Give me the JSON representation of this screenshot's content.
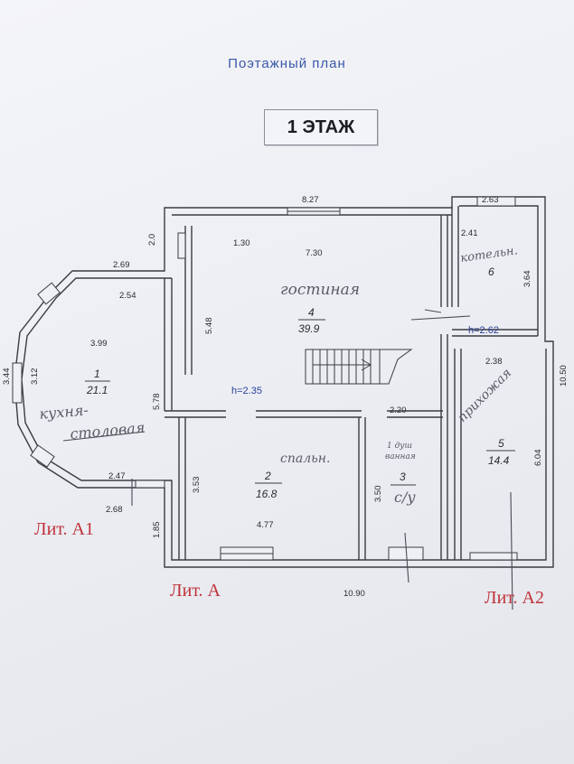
{
  "header": {
    "title": "Поэтажный план",
    "floor_label": "1 ЭТАЖ"
  },
  "heights": {
    "main": "h=2.35",
    "annex": "h=2.62"
  },
  "rooms": {
    "living": {
      "name": "гостиная",
      "number": "4",
      "area": "39.9"
    },
    "kitchen": {
      "name_line1": "кухня-",
      "name_line2": "столовая",
      "number": "1",
      "area": "21.1"
    },
    "bedroom": {
      "name": "спальн.",
      "number": "2",
      "area": "16.8"
    },
    "bath": {
      "name_line1": "1 душ",
      "name_line2": "ванная",
      "number": "3",
      "area": "с/у"
    },
    "hall": {
      "name": "прихожая",
      "number": "5",
      "area": "14.4"
    },
    "boiler": {
      "name": "котельн.",
      "number": "6"
    }
  },
  "dimensions": {
    "top_main": "8.27",
    "top_annex": "2.63",
    "left_stub": "2.0",
    "living_inner_left": "1.30",
    "living_inner_width": "7.30",
    "boiler_width": "2.41",
    "boiler_height": "3.64",
    "kitchen_top": "2.69",
    "kitchen_inner_top": "2.54",
    "kitchen_mid": "3.99",
    "kitchen_left_outer": "3.44",
    "kitchen_left_inner": "3.12",
    "living_height": "5.48",
    "kitchen_right": "5.78",
    "hall_width": "2.38",
    "total_right": "10.50",
    "bath_width": "2.20",
    "bedroom_height": "3.53",
    "bath_height": "3.50",
    "hall_height": "6.04",
    "kitchen_bottom_inner": "2.47",
    "kitchen_bottom_outer": "2.68",
    "left_bottom": "1.85",
    "bedroom_width": "4.77",
    "total_bottom": "10.90"
  },
  "lit_labels": {
    "a1": "Лит. А1",
    "a": "Лит. А",
    "a2": "Лит. А2"
  }
}
